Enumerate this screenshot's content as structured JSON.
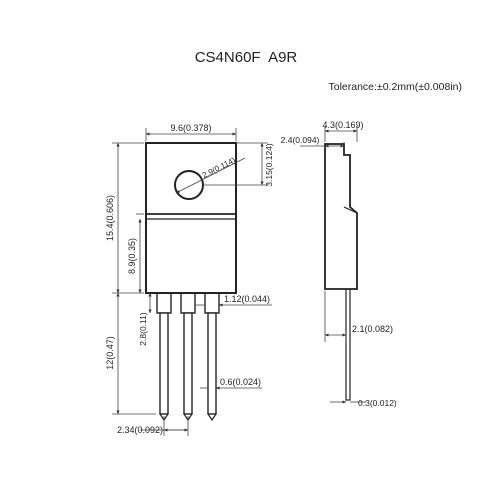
{
  "title": "CS4N60F  A9R",
  "tolerance": "Tolerance:±0.2mm(±0.008in)",
  "dims": {
    "width": "9.6(0.378)",
    "hole": "2.9(0.114)",
    "hole_offset": "3.15(0.124)",
    "body_height": "15.4(0.606)",
    "tab_height": "8.9(0.35)",
    "lead_width": "1.12(0.044)",
    "lead_shoulder": "2.8(0.11)",
    "lead_length": "12(0.47)",
    "lead_thickness": "0.6(0.024)",
    "pitch": "2.34(0.092)",
    "depth": "4.3(0.169)",
    "tab_depth": "2.4(0.094)",
    "lead_offset": "2.1(0.082)",
    "side_lead": "0.3(0.012)"
  },
  "colors": {
    "line": "#222222",
    "body": "#ffffff",
    "dim": "#444444"
  }
}
